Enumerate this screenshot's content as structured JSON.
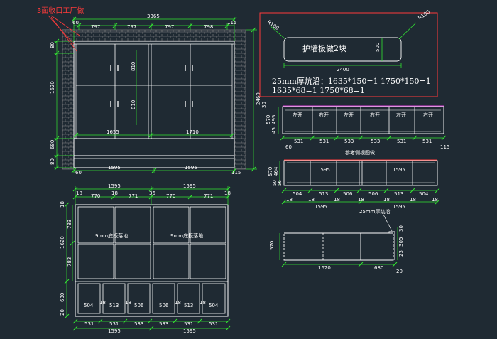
{
  "colors": {
    "background": "#1f2a33",
    "outline": "#ffffff",
    "dimension": "#33e633",
    "annotation_red": "#ff3b3b",
    "hatch": "#8c8c8c",
    "accent_magenta": "#d63cd6"
  },
  "annotations": {
    "top_red_note": "3面收口工厂做",
    "panel_title": "护墙板做2块",
    "panel_r_left": "R100",
    "panel_r_right": "R100",
    "panel_width": "2400",
    "panel_height": "500",
    "thick_line1": "25mm厚炕沿：1635*150=1    1750*150=1",
    "thick_line2": "1635*68=1    1750*68=1",
    "side_view_note": "参考侧视图做",
    "edge_note": "25mm厚炕沿",
    "floor_left": "9mm底板落地",
    "floor_right": "9mm底板落地"
  },
  "front_view": {
    "top_total": "3365",
    "top_segments": [
      "60",
      "797",
      "797",
      "797",
      "798",
      "115"
    ],
    "left_dims": [
      "80",
      "1620",
      "680",
      "80"
    ],
    "right_total": "2460",
    "door_height_upper": "810",
    "door_height_lower": "810",
    "lower_widths": [
      "1655",
      "1710"
    ],
    "bottom_dims": [
      "60",
      "1595",
      "1595",
      "115"
    ]
  },
  "drawer_top_view": {
    "labels": [
      "左开",
      "右开",
      "左开",
      "右开",
      "左开",
      "右开"
    ],
    "widths": [
      "531",
      "531",
      "533",
      "533",
      "531",
      "531"
    ],
    "left_dims": [
      "30",
      "570",
      "495",
      "45"
    ],
    "ends": [
      "60",
      "115"
    ]
  },
  "drawer_front_view": {
    "inner_labels": [
      "1595",
      "1595"
    ],
    "widths": [
      "504",
      "513",
      "506",
      "506",
      "513",
      "504"
    ],
    "small_dims": [
      "18",
      "18",
      "18",
      "18",
      "18",
      "18",
      "18"
    ],
    "totals": [
      "1595",
      "1595"
    ],
    "left_dims": [
      "570",
      "464",
      "50",
      "56"
    ]
  },
  "side_view": {
    "height": "570",
    "bottom_dims": [
      "1620",
      "680",
      "20"
    ],
    "right_dims": [
      "30",
      "5",
      "30",
      "23"
    ]
  },
  "plan_view": {
    "top_totals": [
      "1595",
      "1595"
    ],
    "top_segments": [
      "18",
      "770",
      "18",
      "771",
      "36",
      "770",
      "771",
      "18"
    ],
    "left_dims": [
      "18",
      "1620",
      "783",
      "783",
      "680",
      "20"
    ],
    "bottom_widths": [
      "504",
      "513",
      "506",
      "506",
      "513",
      "504"
    ],
    "bottom_small": [
      "18",
      "18",
      "18",
      "18"
    ],
    "bottom_row1": [
      "531",
      "531",
      "533",
      "533",
      "531",
      "531"
    ],
    "bottom_totals": [
      "1595",
      "1595"
    ]
  }
}
